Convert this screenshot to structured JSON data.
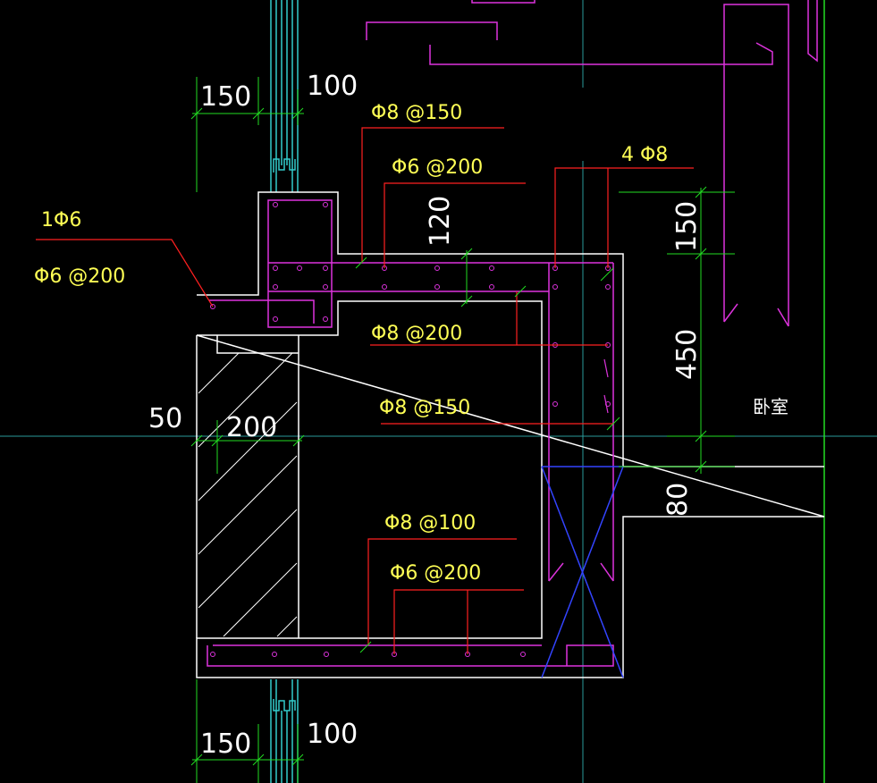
{
  "colors": {
    "background": "#000000",
    "outline": "#ffffff",
    "rebar": "#dd33dd",
    "leader": "#ff2020",
    "dimension": "#22dd22",
    "text_yellow": "#ffff55",
    "text_white": "#ffffff",
    "glass": "#33cccc",
    "cross": "#3344ff",
    "axis": "#2a9a9a"
  },
  "labels": {
    "top_dim_150": "150",
    "top_dim_100": "100",
    "rebar_top_main": "Φ8 @150",
    "rebar_top_dist": "Φ6 @200",
    "rebar_corner": "4 Φ8",
    "dim_120": "120",
    "left_bar": "1Φ6",
    "left_dist": "Φ6 @200",
    "right_dim_150": "150",
    "right_dim_450": "450",
    "wall_inner": "Φ8 @200",
    "wall_outer": "Φ8 @150",
    "dim_50": "50",
    "dim_200": "200",
    "room_name": "卧室",
    "dim_80": "80",
    "bottom_main": "Φ8 @100",
    "bottom_dist": "Φ6 @200",
    "bottom_dim_150": "150",
    "bottom_dim_100": "100"
  }
}
